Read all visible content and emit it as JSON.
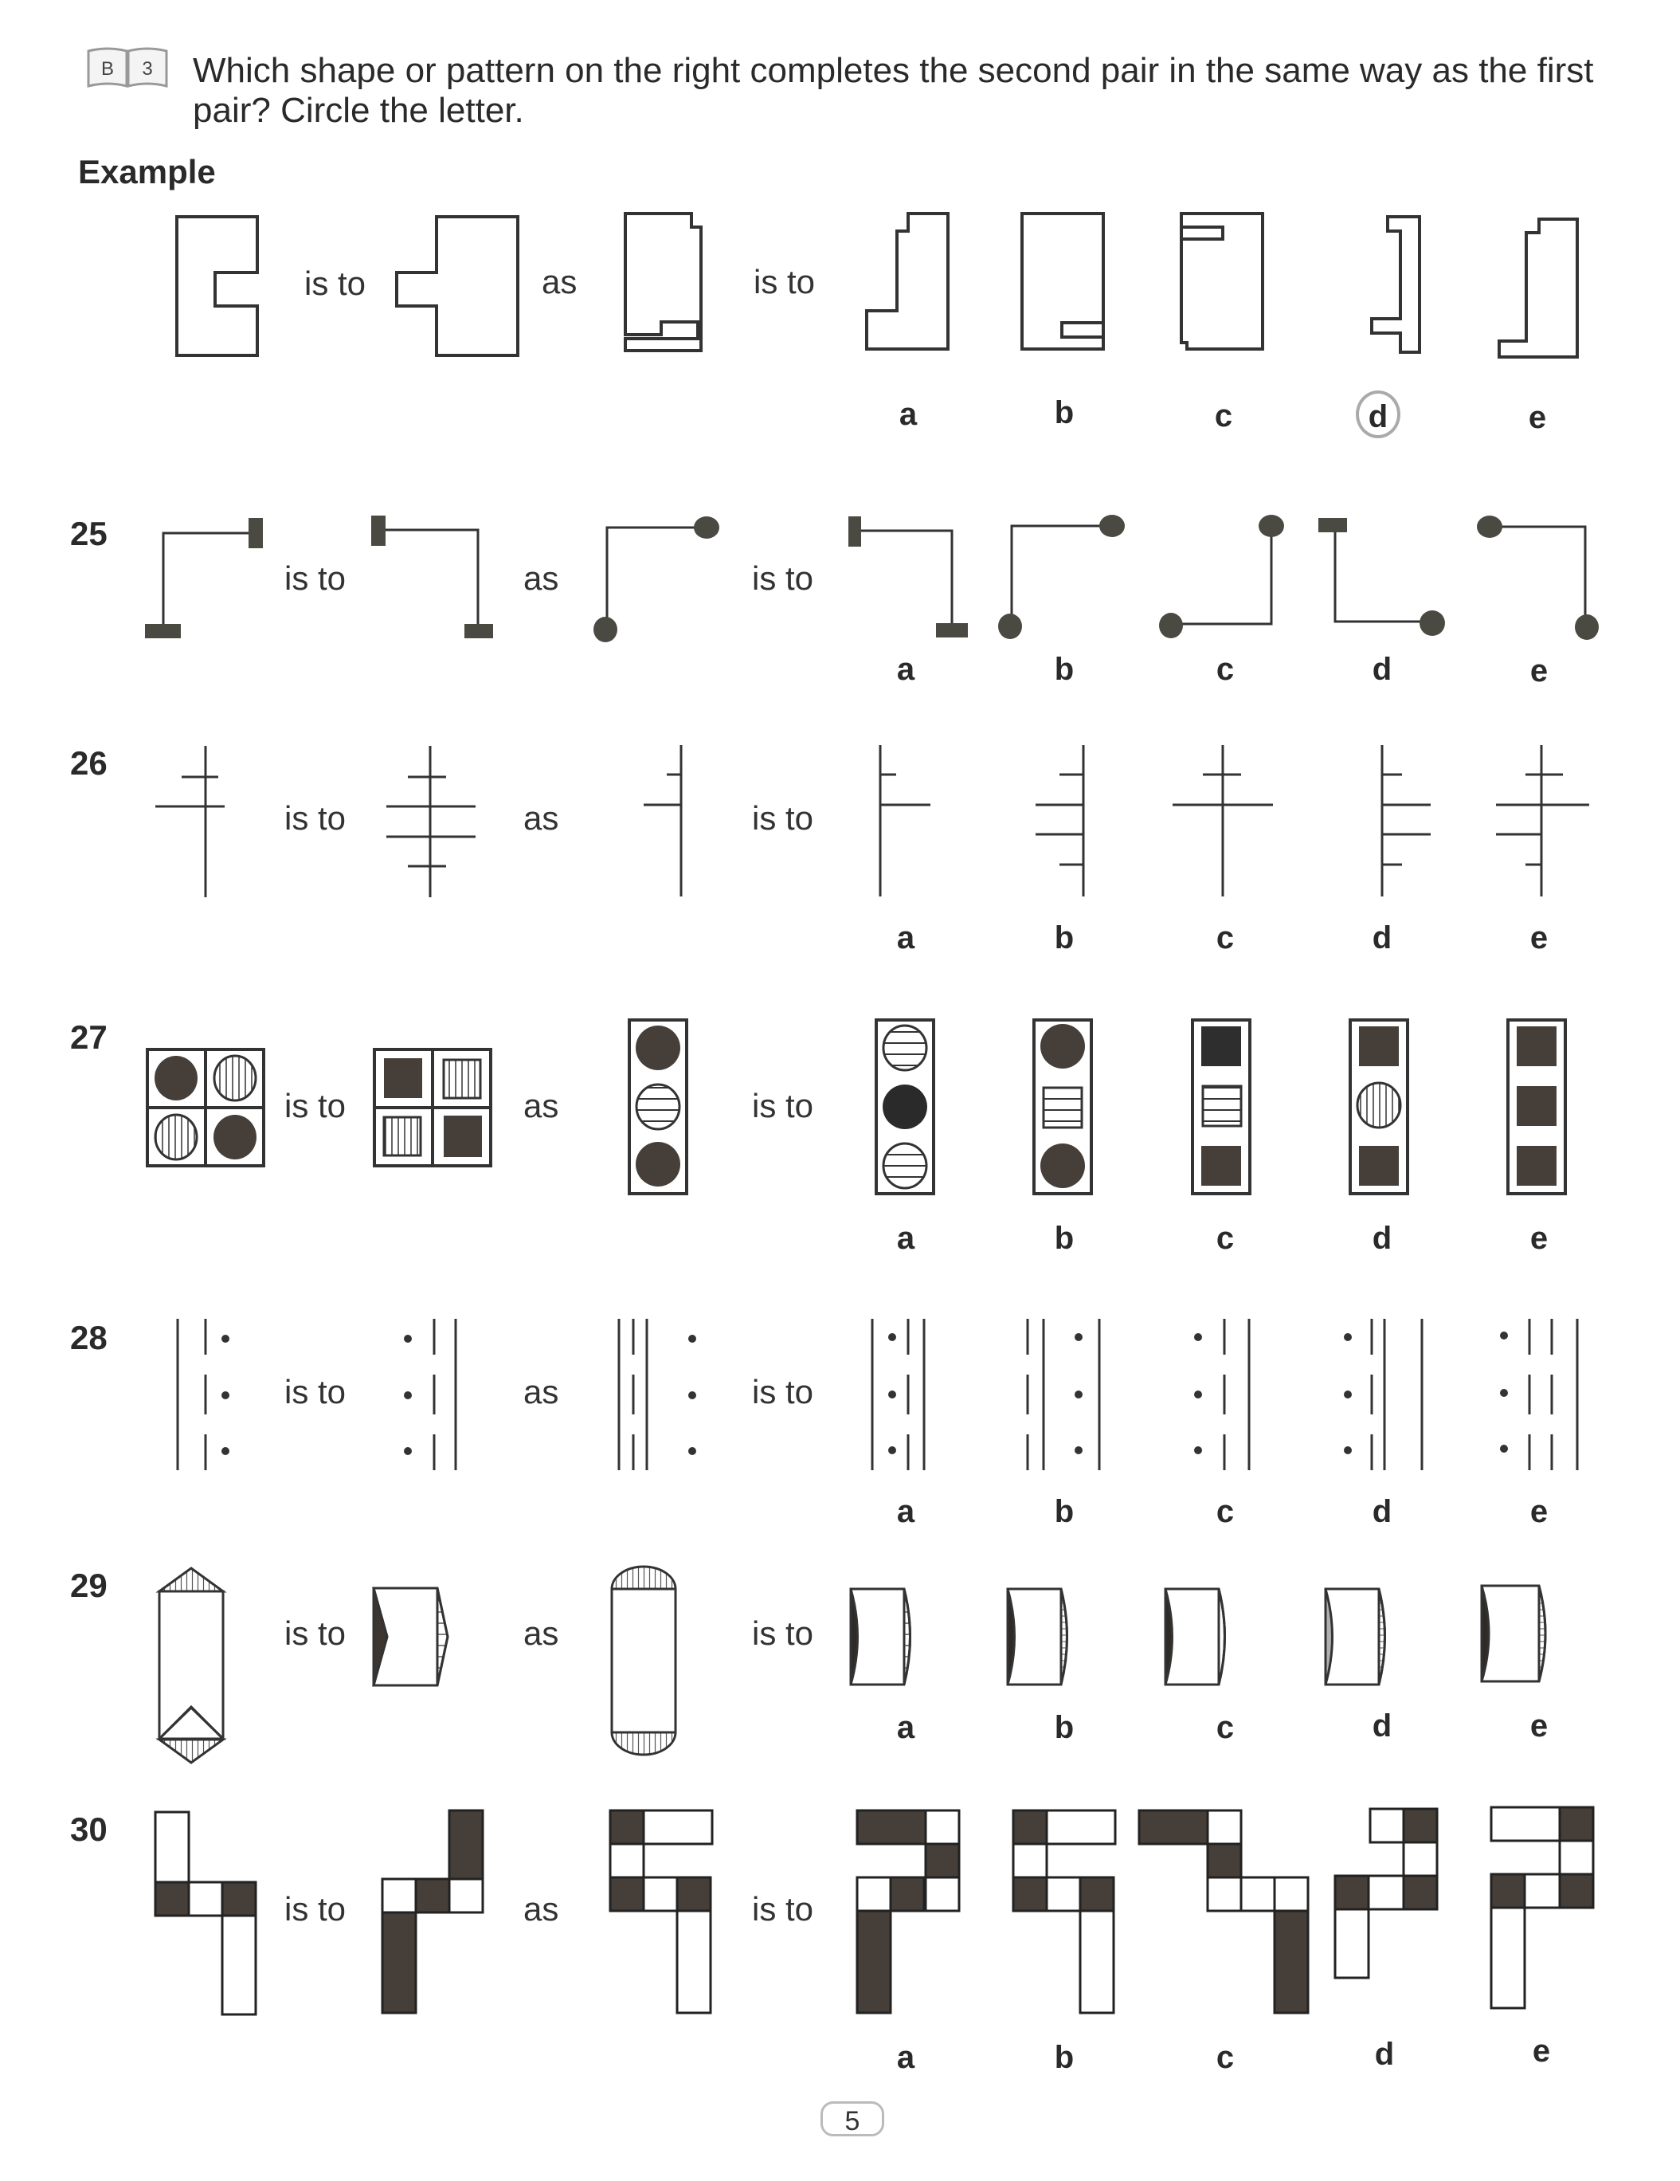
{
  "header": {
    "reference_badge": [
      "B",
      "3"
    ],
    "instruction": "Which shape or pattern on the right completes the second pair in the same way as the first pair? Circle the letter."
  },
  "example": {
    "label": "Example",
    "word_is_to_1": "is to",
    "word_as": "as",
    "word_is_to_2": "is to",
    "options": [
      "a",
      "b",
      "c",
      "d",
      "e"
    ],
    "circled_answer": "d"
  },
  "questions": [
    {
      "number": "25",
      "is_to_1": "is to",
      "as": "as",
      "is_to_2": "is to",
      "options": [
        "a",
        "b",
        "c",
        "d",
        "e"
      ]
    },
    {
      "number": "26",
      "is_to_1": "is to",
      "as": "as",
      "is_to_2": "is to",
      "options": [
        "a",
        "b",
        "c",
        "d",
        "e"
      ]
    },
    {
      "number": "27",
      "is_to_1": "is to",
      "as": "as",
      "is_to_2": "is to",
      "options": [
        "a",
        "b",
        "c",
        "d",
        "e"
      ]
    },
    {
      "number": "28",
      "is_to_1": "is to",
      "as": "as",
      "is_to_2": "is to",
      "options": [
        "a",
        "b",
        "c",
        "d",
        "e"
      ]
    },
    {
      "number": "29",
      "is_to_1": "is to",
      "as": "as",
      "is_to_2": "is to",
      "options": [
        "a",
        "b",
        "c",
        "d",
        "e"
      ]
    },
    {
      "number": "30",
      "is_to_1": "is to",
      "as": "as",
      "is_to_2": "is to",
      "options": [
        "a",
        "b",
        "c",
        "d",
        "e"
      ]
    }
  ],
  "footer": {
    "page_number": "5"
  },
  "colors": {
    "ink": "#2a2a2a",
    "fill_dark": "#463f39",
    "circle_outline": "#aaaaaa"
  }
}
